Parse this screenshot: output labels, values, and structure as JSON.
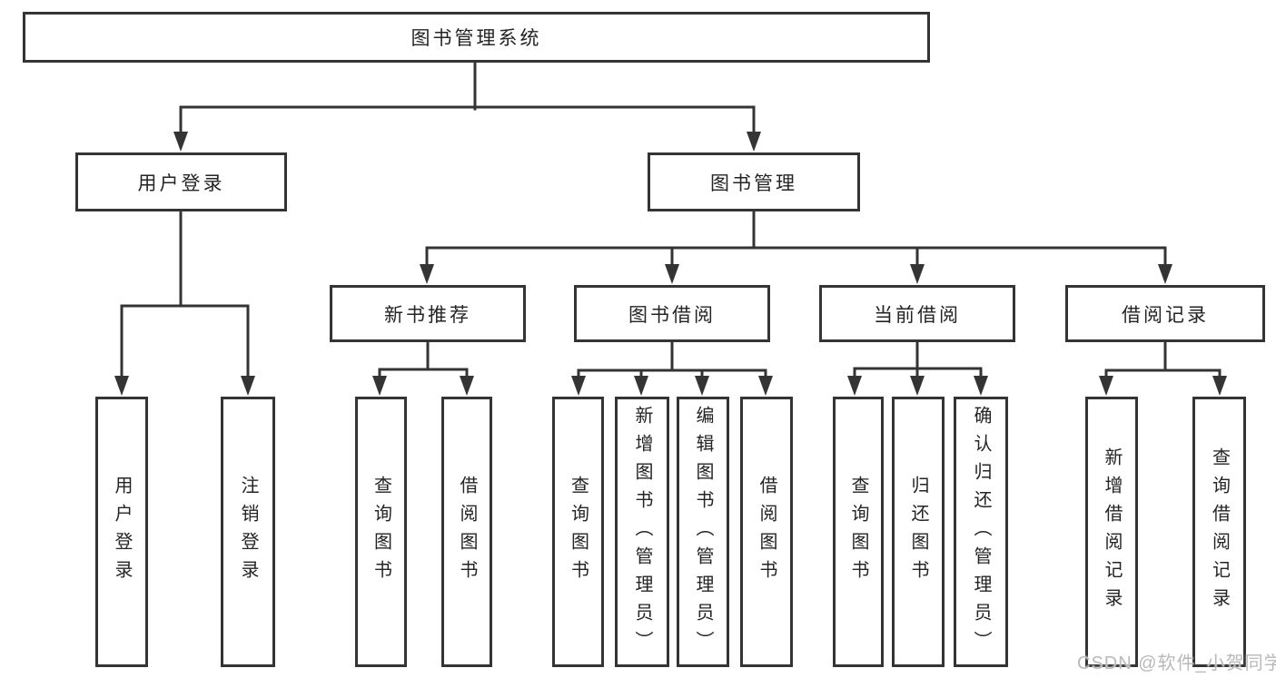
{
  "diagram": {
    "root": {
      "label": "图书管理系统"
    },
    "level2": {
      "user_login": {
        "label": "用户登录"
      },
      "book_mgmt": {
        "label": "图书管理"
      }
    },
    "level3": {
      "new_book": {
        "label": "新书推荐"
      },
      "book_borrow": {
        "label": "图书借阅"
      },
      "current_borrow": {
        "label": "当前借阅"
      },
      "borrow_record": {
        "label": "借阅记录"
      }
    },
    "leaves": {
      "user_login": [
        "用户登录",
        "注销登录"
      ],
      "new_book": [
        "查询图书",
        "借阅图书"
      ],
      "book_borrow": [
        "查询图书",
        "新增图书（管理员）",
        "编辑图书（管理员）",
        "借阅图书"
      ],
      "current_borrow": [
        "查询图书",
        "归还图书",
        "确认归还（管理员）"
      ],
      "borrow_record": [
        "新增借阅记录",
        "查询借阅记录"
      ]
    }
  },
  "watermark": {
    "text": "CSDN @软件_小贺同学"
  },
  "colors": {
    "line": "#343434",
    "text": "#242424",
    "watermark": "#b9b9b9",
    "background": "#ffffff"
  }
}
